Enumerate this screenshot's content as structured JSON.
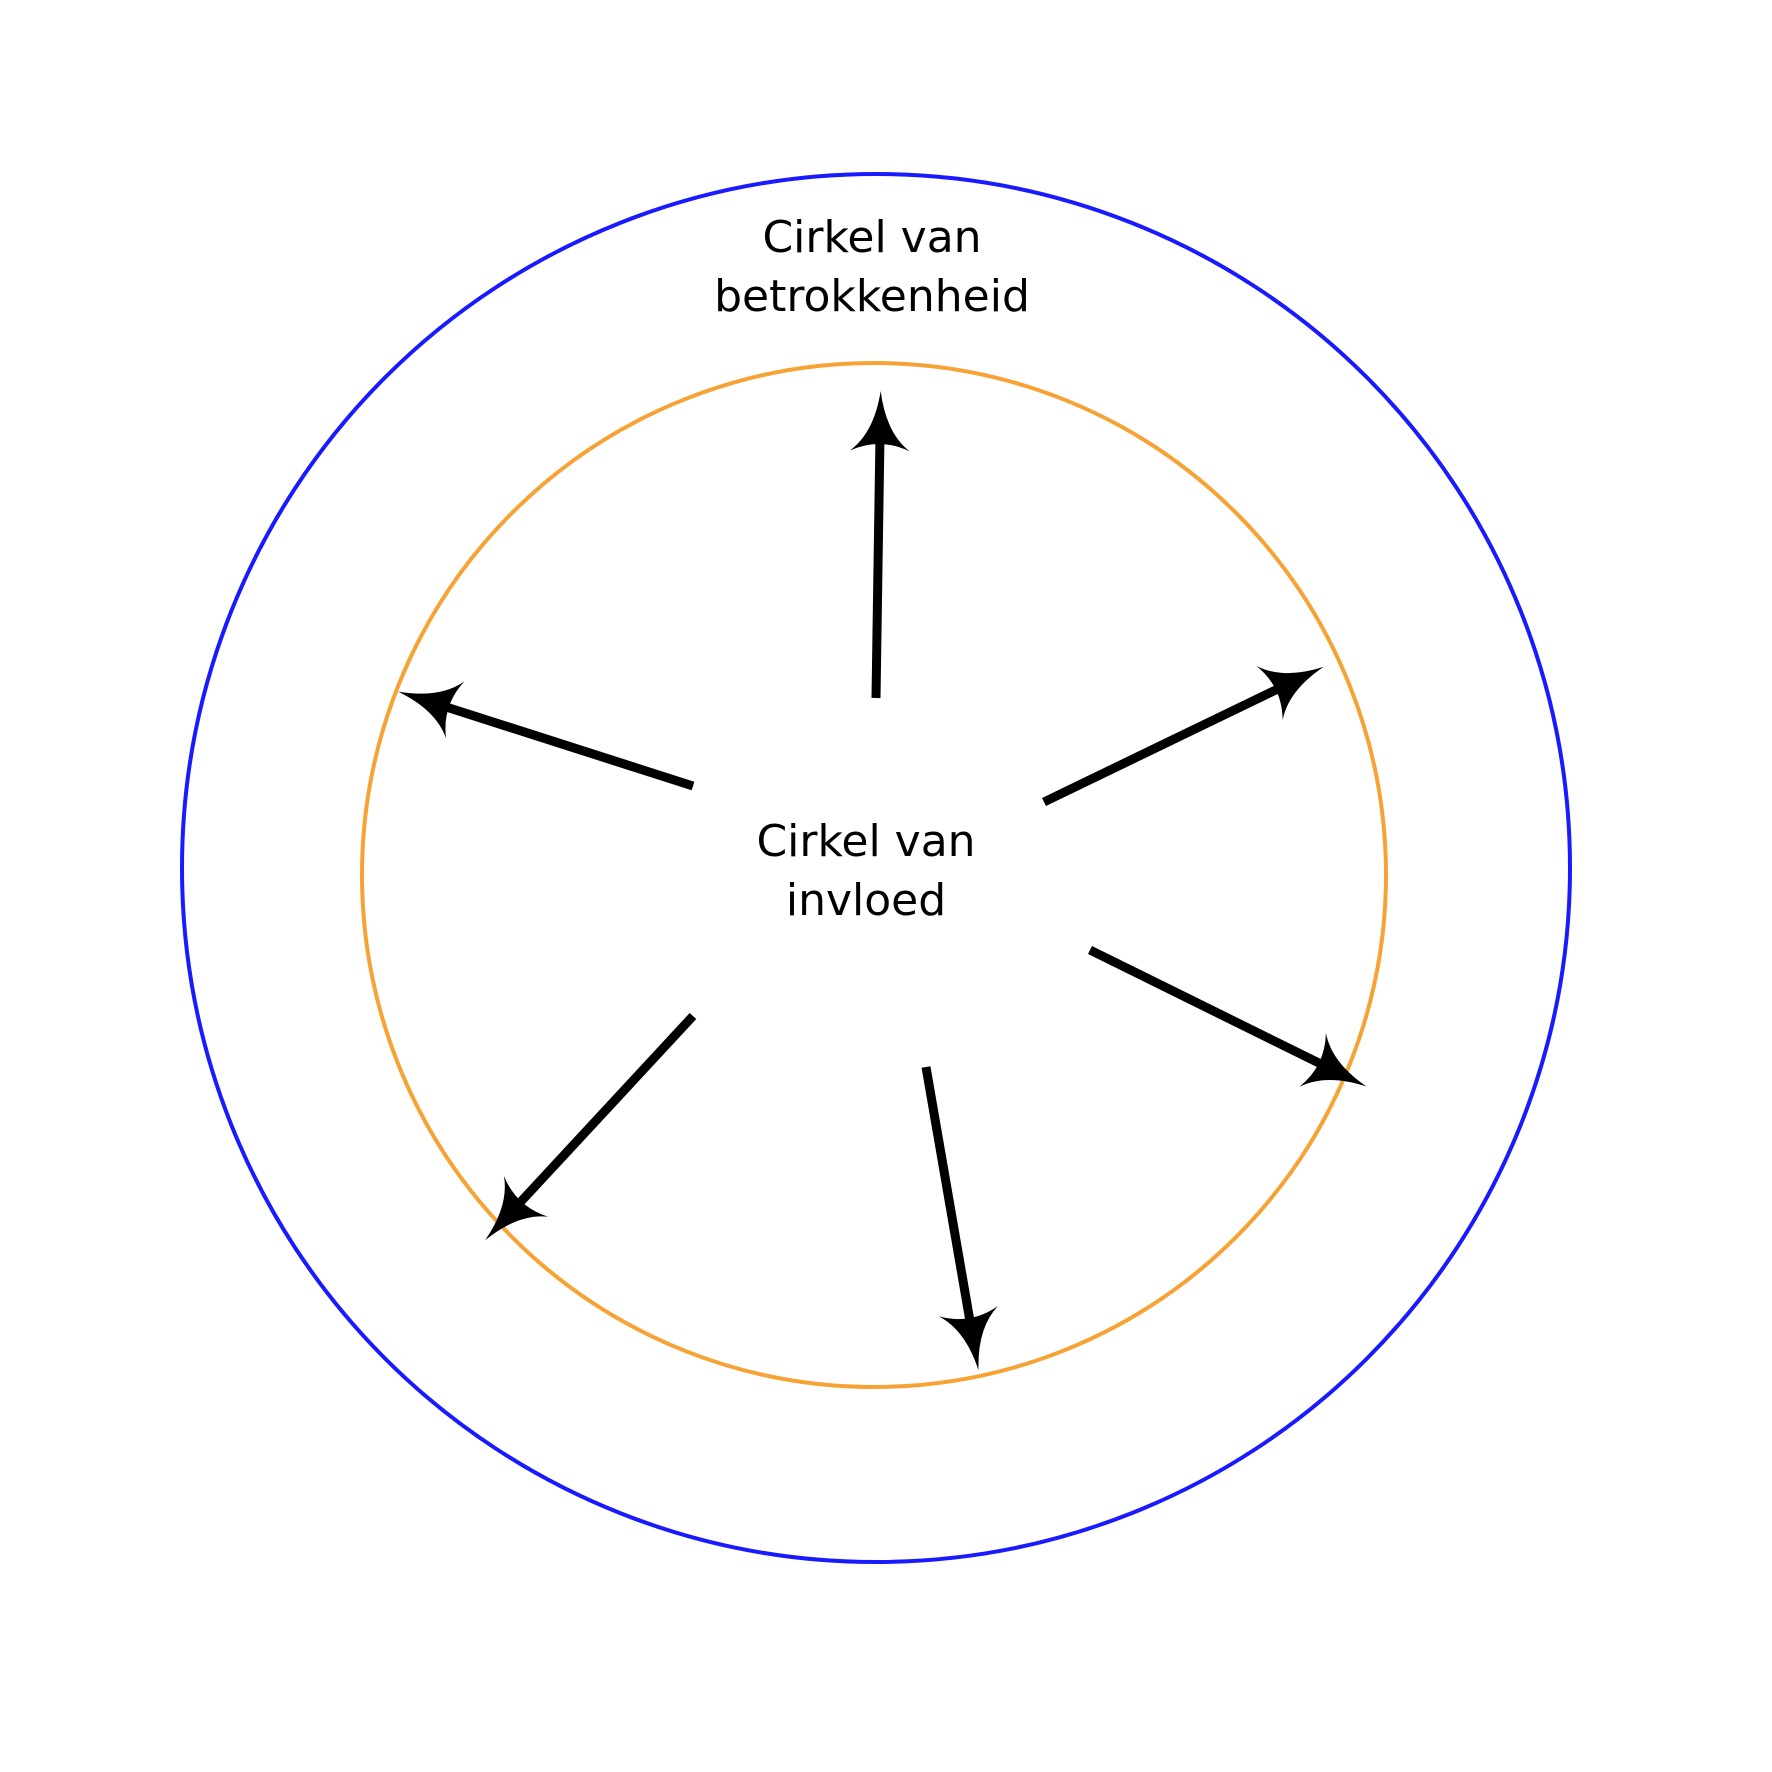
{
  "outer_circle": {
    "label_line1": "Cirkel van",
    "label_line2": "betrokkenheid",
    "color": "#1a1aff"
  },
  "inner_circle": {
    "label_line1": "Cirkel van",
    "label_line2": "invloed",
    "color": "#f7a235"
  },
  "arrows": {
    "color": "#000000",
    "count": 6
  }
}
